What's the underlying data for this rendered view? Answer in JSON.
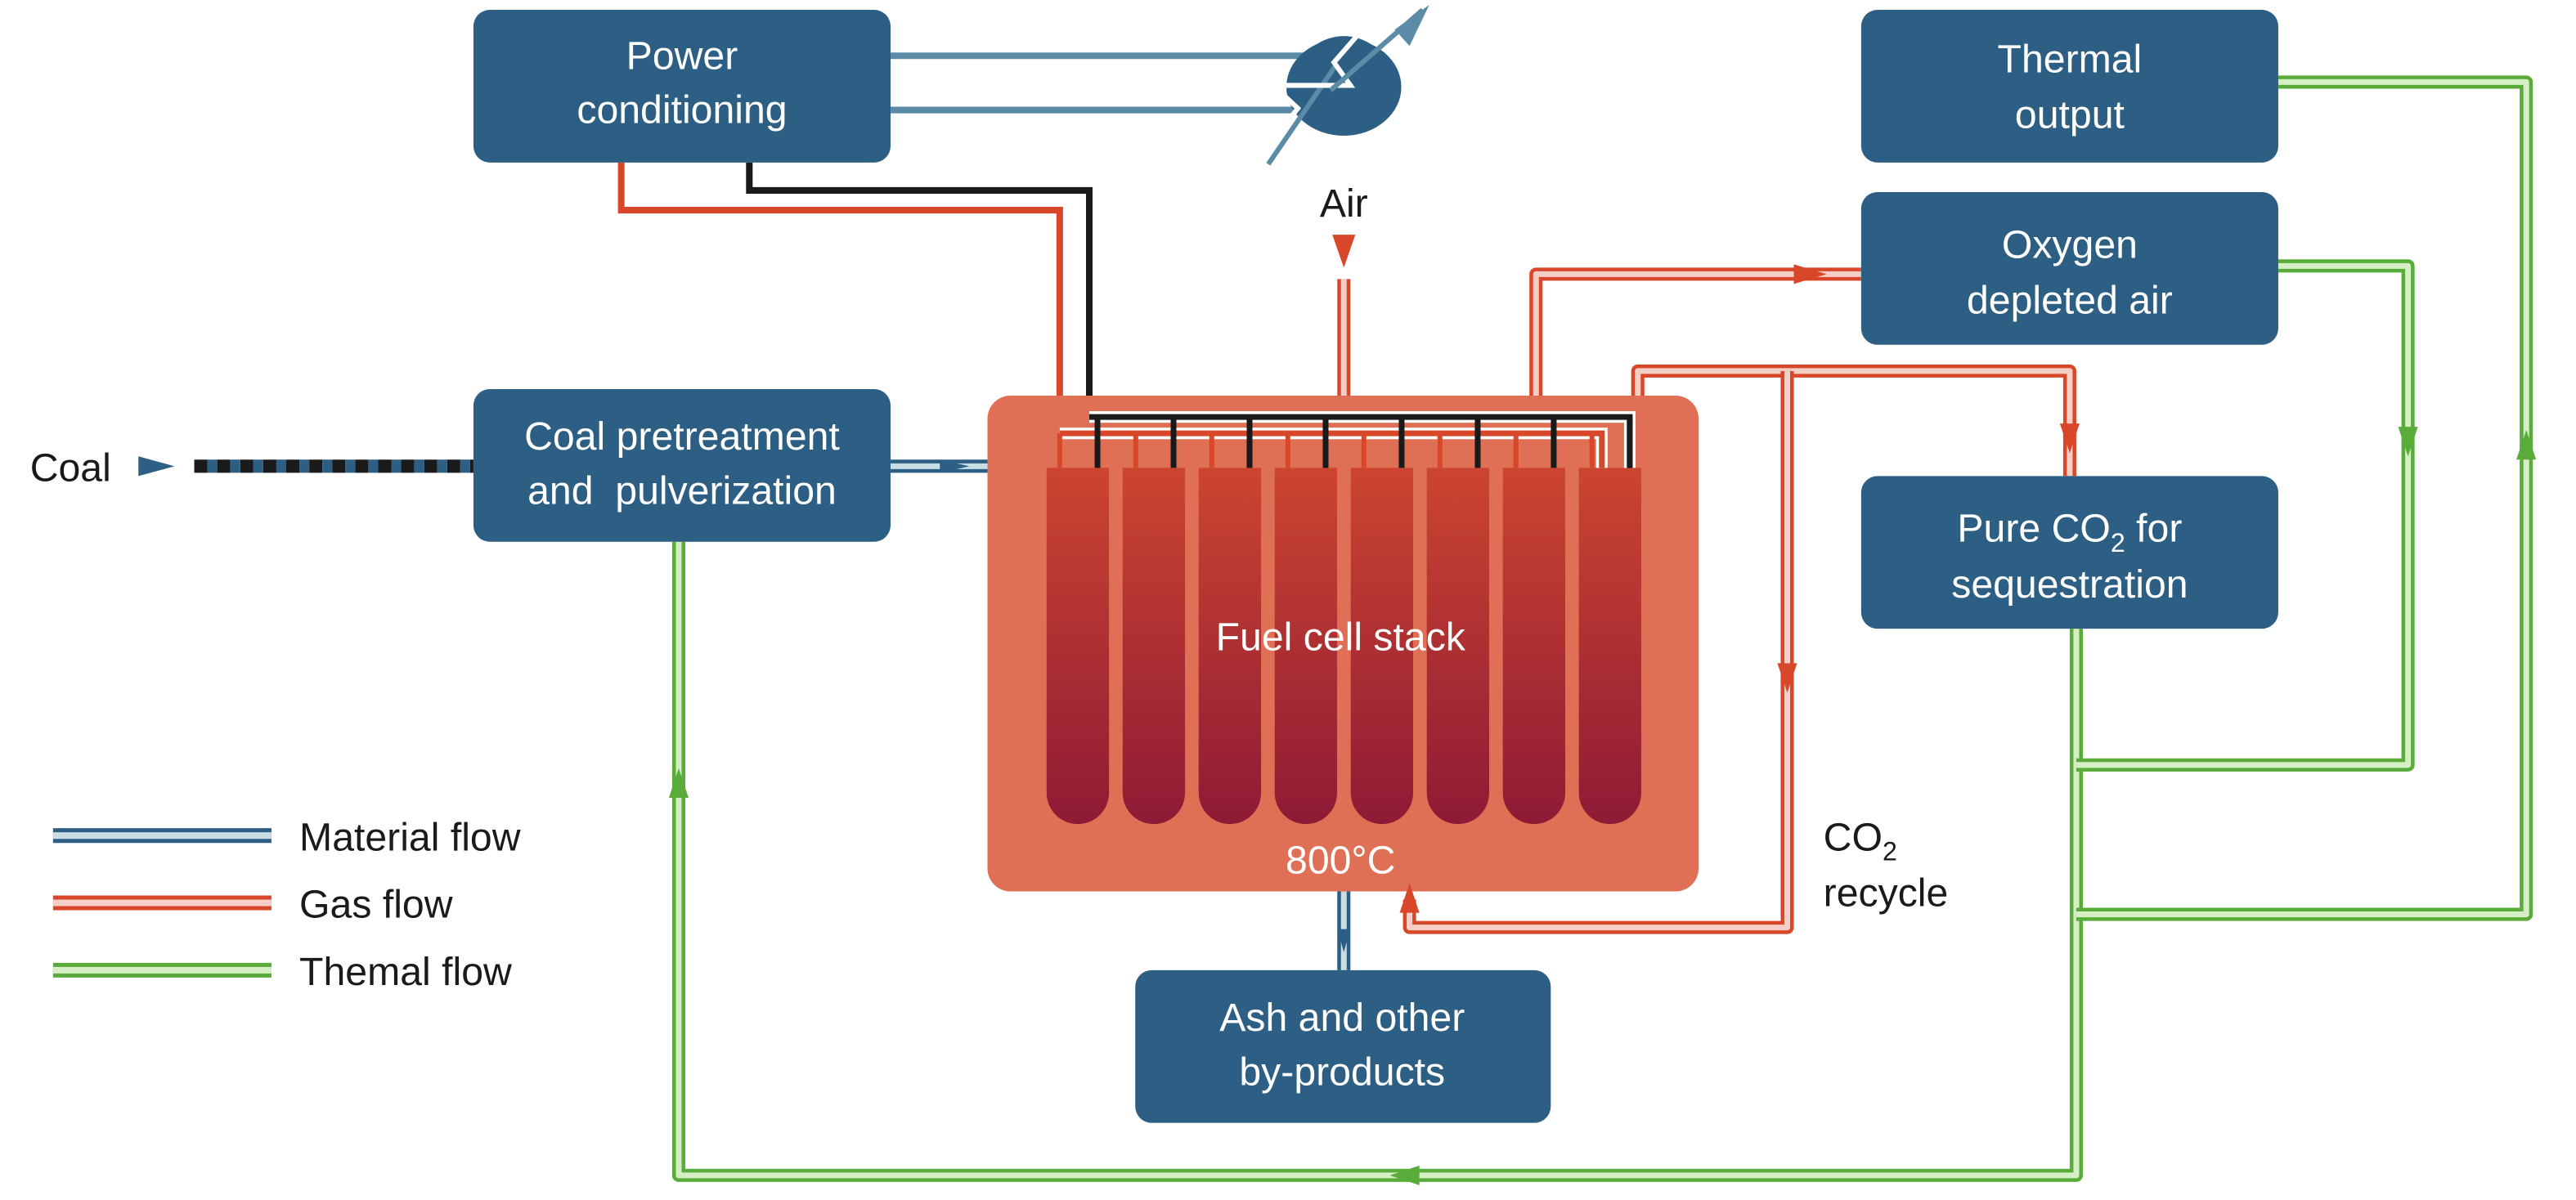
{
  "boxes": {
    "power": [
      "Power",
      "conditioning"
    ],
    "thermal": [
      "Thermal",
      "output"
    ],
    "oxygen": [
      "Oxygen",
      "depleted air"
    ],
    "coal_pre": [
      "Coal pretreatment",
      "and  pulverization"
    ],
    "co2": {
      "line1_a": "Pure CO",
      "line1_sub": "2",
      "line1_b": " for",
      "line2": "sequestration"
    },
    "ash": [
      "Ash and other",
      "by-products"
    ]
  },
  "stack": {
    "label": "Fuel cell stack",
    "temperature": "800°C"
  },
  "labels": {
    "coal": "Coal",
    "air": "Air",
    "co2_recycle": {
      "a": "CO",
      "sub": "2",
      "b": "recycle"
    }
  },
  "legend": [
    {
      "label": "Material flow",
      "color": "#2d5f84",
      "fill": "#c9dde5"
    },
    {
      "label": "Gas flow",
      "color": "#d9472b",
      "fill": "#f5cfc6"
    },
    {
      "label": "Themal flow",
      "color": "#5aac3a",
      "fill": "#d6eec3"
    }
  ],
  "colors": {
    "box": "#2d5f84",
    "stack": "#e07055",
    "tube_top": "#cc4530",
    "tube_bottom": "#8e1a35",
    "heat_exchanger": "#2d5f84",
    "power_line": "#5b8ba6"
  }
}
